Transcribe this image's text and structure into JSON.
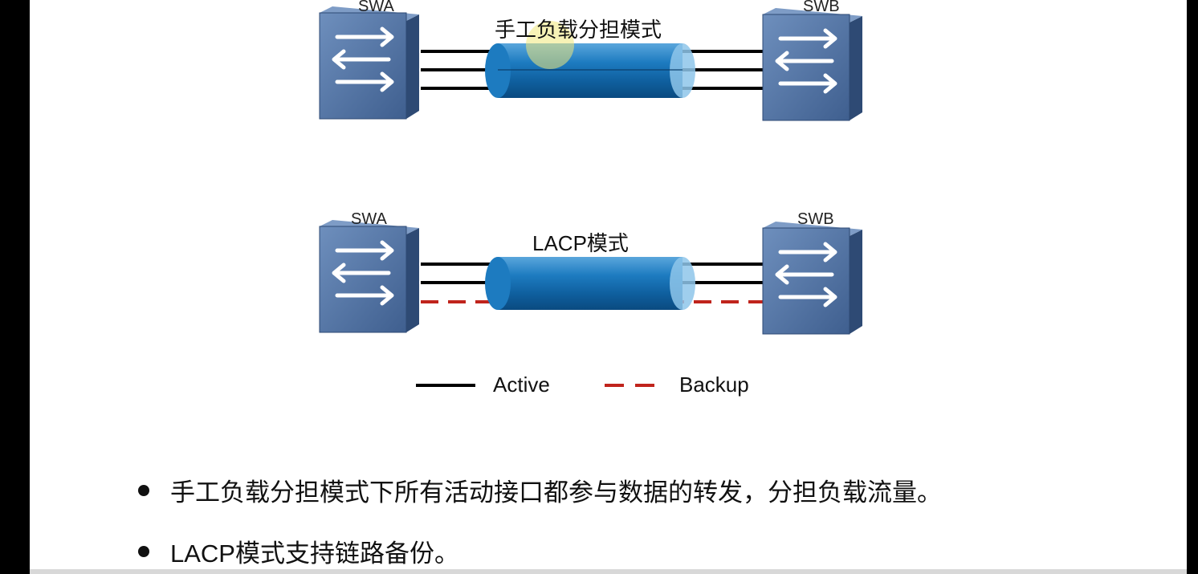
{
  "top": {
    "title": "手工负载分担模式",
    "left_switch": "SWA",
    "right_switch": "SWB"
  },
  "bottom": {
    "title": "LACP模式",
    "left_switch": "SWA",
    "right_switch": "SWB"
  },
  "legend": {
    "active_label": "Active",
    "backup_label": "Backup",
    "active_color": "#000000",
    "backup_color": "#c0241c"
  },
  "bullets": [
    "手工负载分担模式下所有活动接口都参与数据的转发，分担负载流量。",
    "LACP模式支持链路备份。"
  ],
  "colors": {
    "switch_face": "#4e6f9e",
    "switch_edge": "#2e4a74",
    "tube_fill": "#1f77b4",
    "tube_cap": "#8ec5ea",
    "highlight": "#f1e77a"
  }
}
